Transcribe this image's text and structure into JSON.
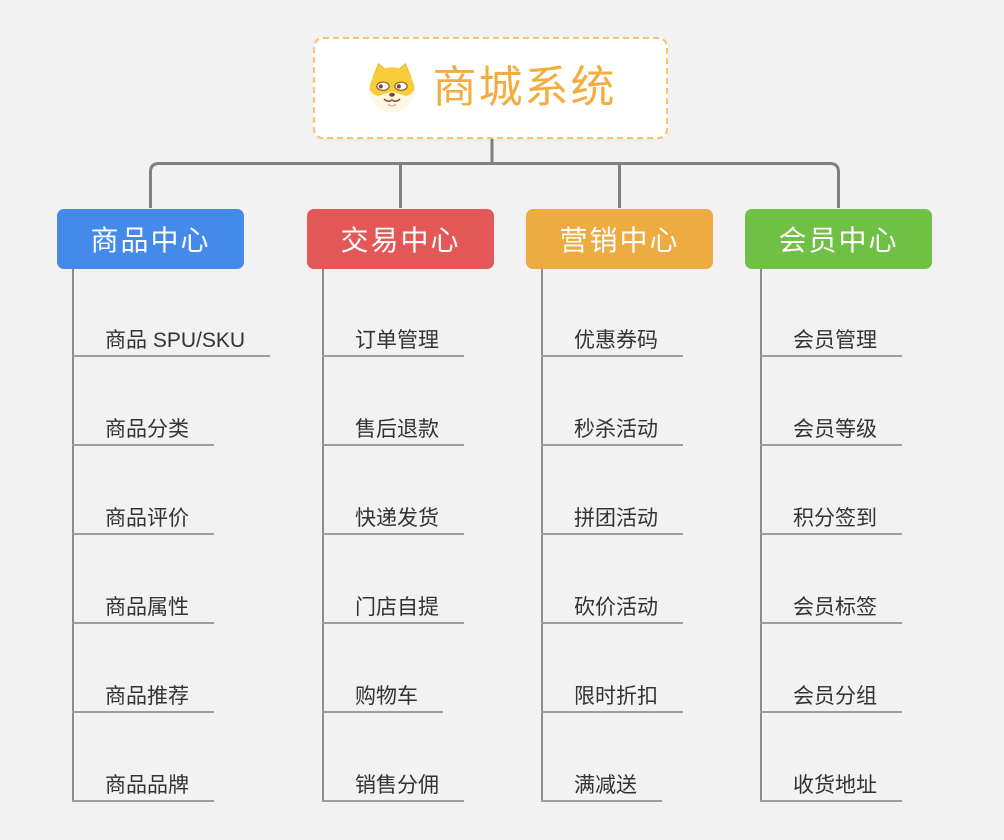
{
  "root": {
    "title": "商城系统",
    "icon": "shiba-dog-icon"
  },
  "branches": [
    {
      "label": "商品中心",
      "color": "#448aea",
      "items": [
        "商品 SPU/SKU",
        "商品分类",
        "商品评价",
        "商品属性",
        "商品推荐",
        "商品品牌"
      ]
    },
    {
      "label": "交易中心",
      "color": "#e45757",
      "items": [
        "订单管理",
        "售后退款",
        "快递发货",
        "门店自提",
        "购物车",
        "销售分佣"
      ]
    },
    {
      "label": "营销中心",
      "color": "#edab41",
      "items": [
        "优惠券码",
        "秒杀活动",
        "拼团活动",
        "砍价活动",
        "限时折扣",
        "满减送"
      ]
    },
    {
      "label": "会员中心",
      "color": "#6fc044",
      "items": [
        "会员管理",
        "会员等级",
        "积分签到",
        "会员标签",
        "会员分组",
        "收货地址"
      ]
    }
  ],
  "palette": {
    "connector": "#818181",
    "leaf_underline": "#9e9e9e",
    "leaf_text": "#333333",
    "root_border": "#f6c36f",
    "root_text": "#f5ac3f",
    "background": "#f2f2f3"
  }
}
